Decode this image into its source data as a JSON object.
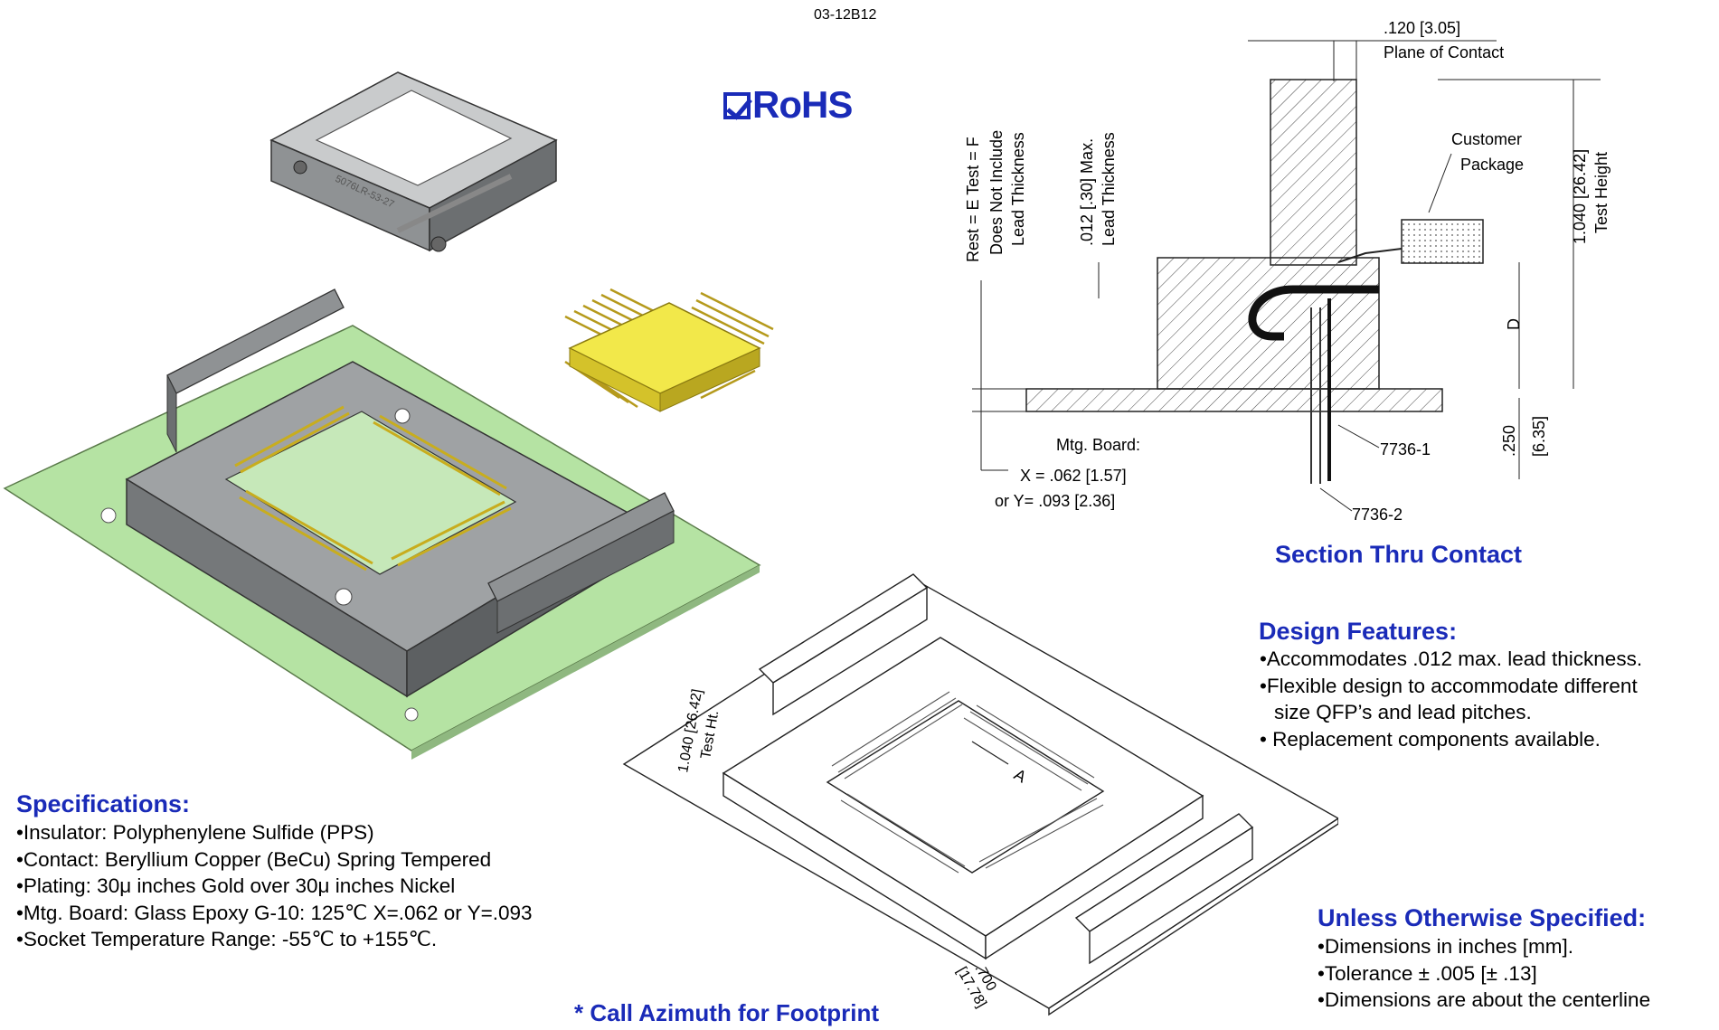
{
  "doc_code": "03-12B12",
  "rohs_label": "RoHS",
  "section": {
    "title": "Section Thru Contact",
    "dim_top": ".120 [3.05]",
    "plane_of_contact": "Plane of Contact",
    "customer": "Customer",
    "package": "Package",
    "test_height_dim": "1.040 [26.42]",
    "test_height": "Test Height",
    "rest_test": "Rest = E  Test = F",
    "does_not_include": "Does  Not  Include",
    "lead_thickness": "Lead Thickness",
    "max_012": ".012 [.30]  Max.",
    "lead_thickness_2": "Lead Thickness",
    "d_label": "D",
    "mtg_board": "Mtg. Board:",
    "x_dim": "X = .062 [1.57]",
    "y_dim": "or  Y= .093 [2.36]",
    "part_1": "7736-1",
    "part_2": "7736-2",
    "dim_250": ".250",
    "dim_635": "[6.35]"
  },
  "drawing": {
    "height_dim": "1.040 [26.42]",
    "test_ht": "Test  Ht.",
    "a_label": "A",
    "dim_700": ".700",
    "dim_1778": "[17.78]",
    "socket_label": "5076LR-53-27"
  },
  "design": {
    "title": "Design Features:",
    "items": [
      "•Accommodates .012 max. lead thickness.",
      "•Flexible design to accommodate different",
      "  size QFP’s and lead pitches.",
      "• Replacement components available."
    ]
  },
  "specs": {
    "title": "Specifications:",
    "items": [
      "•Insulator: Polyphenylene Sulfide (PPS)",
      "•Contact: Beryllium Copper (BeCu) Spring Tempered",
      "•Plating: 30μ inches Gold over 30μ inches Nickel",
      "•Mtg. Board: Glass Epoxy G-10: 125℃  X=.062 or Y=.093",
      "•Socket Temperature Range: -55℃ to +155℃."
    ]
  },
  "unless": {
    "title": "Unless Otherwise Specified:",
    "items": [
      "•Dimensions in inches [mm].",
      "•Tolerance ± .005 [± .13]",
      "•Dimensions are about the centerline"
    ]
  },
  "footprint_note": "* Call Azimuth for Footprint",
  "colors": {
    "accent_blue": "#1a2bb8",
    "board_green": "#b5e3a3",
    "socket_gray": "#8f9294",
    "pin_gold": "#e4cf3c",
    "chip_yellow": "#f2e84a"
  }
}
